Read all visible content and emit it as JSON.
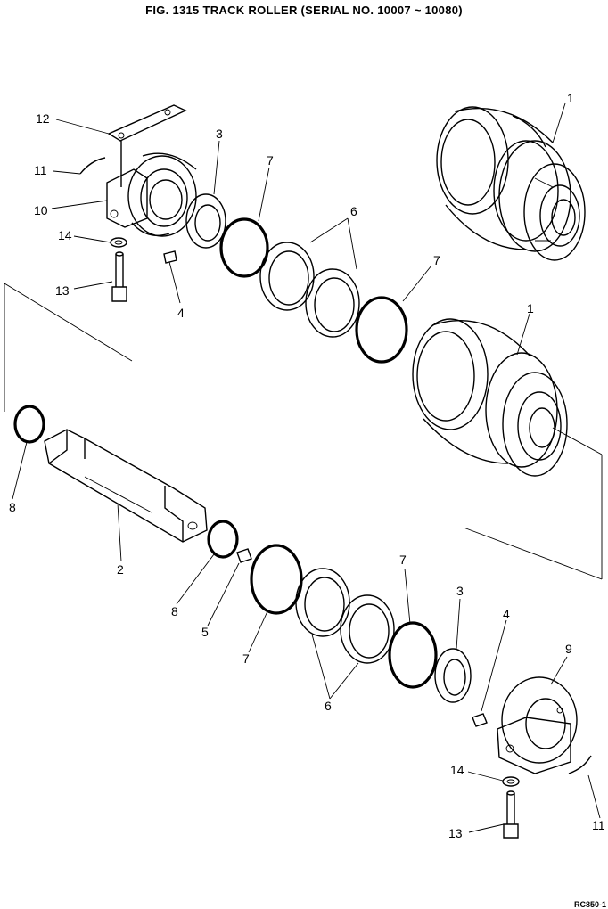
{
  "title": "FIG. 1315   TRACK ROLLER (SERIAL NO. 10007 ~ 10080)",
  "footer": "RC850-1",
  "callouts": {
    "c1a": "1",
    "c1b": "1",
    "c2": "2",
    "c3a": "3",
    "c3b": "3",
    "c4a": "4",
    "c4b": "4",
    "c5": "5",
    "c6a": "6",
    "c6b": "6",
    "c7a": "7",
    "c7b": "7",
    "c7c": "7",
    "c7d": "7",
    "c8a": "8",
    "c8b": "8",
    "c9": "9",
    "c10": "10",
    "c11a": "11",
    "c11b": "11",
    "c12": "12",
    "c13a": "13",
    "c13b": "13",
    "c14a": "14",
    "c14b": "14"
  }
}
